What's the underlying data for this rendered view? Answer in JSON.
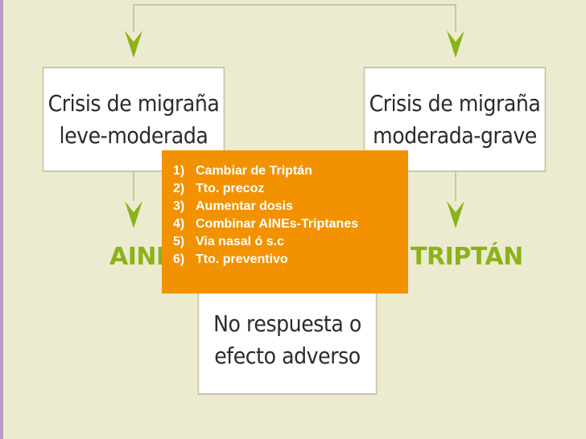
{
  "diagram": {
    "box_left": {
      "line1": "Crisis de migraña",
      "line2": "leve-moderada"
    },
    "box_right": {
      "line1": "Crisis de migraña",
      "line2": "moderada-grave"
    },
    "box_bottom": {
      "line1": "No respuesta o",
      "line2": "efecto adverso"
    },
    "label_left": "AINE",
    "label_right": "TRIPTÁN",
    "steps": [
      {
        "num": "1)",
        "text": "Cambiar de Triptán"
      },
      {
        "num": "2)",
        "text": "Tto. precoz"
      },
      {
        "num": "3)",
        "text": "Aumentar dosis"
      },
      {
        "num": "4)",
        "text": "Combinar AINEs-Triptanes"
      },
      {
        "num": "5)",
        "text": "Via nasal ó s.c"
      },
      {
        "num": "6)",
        "text": "Tto. preventivo"
      }
    ],
    "colors": {
      "accent_green": "#8cb21a",
      "orange_box": "#f39200",
      "background": "#ecebcf"
    }
  }
}
